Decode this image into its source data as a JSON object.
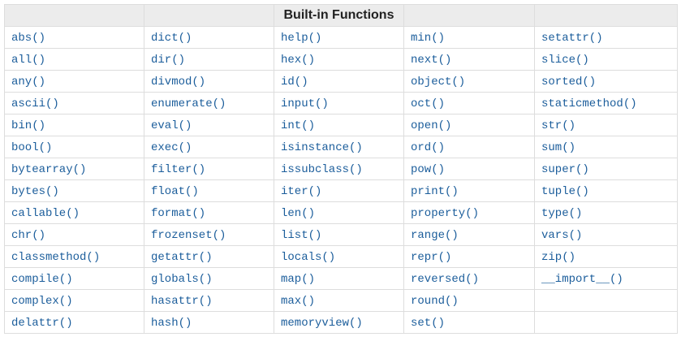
{
  "table": {
    "title": "Built-in Functions",
    "num_columns": 5,
    "rows": [
      [
        "abs()",
        "dict()",
        "help()",
        "min()",
        "setattr()"
      ],
      [
        "all()",
        "dir()",
        "hex()",
        "next()",
        "slice()"
      ],
      [
        "any()",
        "divmod()",
        "id()",
        "object()",
        "sorted()"
      ],
      [
        "ascii()",
        "enumerate()",
        "input()",
        "oct()",
        "staticmethod()"
      ],
      [
        "bin()",
        "eval()",
        "int()",
        "open()",
        "str()"
      ],
      [
        "bool()",
        "exec()",
        "isinstance()",
        "ord()",
        "sum()"
      ],
      [
        "bytearray()",
        "filter()",
        "issubclass()",
        "pow()",
        "super()"
      ],
      [
        "bytes()",
        "float()",
        "iter()",
        "print()",
        "tuple()"
      ],
      [
        "callable()",
        "format()",
        "len()",
        "property()",
        "type()"
      ],
      [
        "chr()",
        "frozenset()",
        "list()",
        "range()",
        "vars()"
      ],
      [
        "classmethod()",
        "getattr()",
        "locals()",
        "repr()",
        "zip()"
      ],
      [
        "compile()",
        "globals()",
        "map()",
        "reversed()",
        "__import__()"
      ],
      [
        "complex()",
        "hasattr()",
        "max()",
        "round()",
        ""
      ],
      [
        "delattr()",
        "hash()",
        "memoryview()",
        "set()",
        ""
      ]
    ]
  },
  "colors": {
    "link_blue": "#1b5d9b",
    "header_background": "#ececec",
    "border": "#dddddd",
    "header_text": "#222222",
    "cell_background": "#ffffff"
  }
}
